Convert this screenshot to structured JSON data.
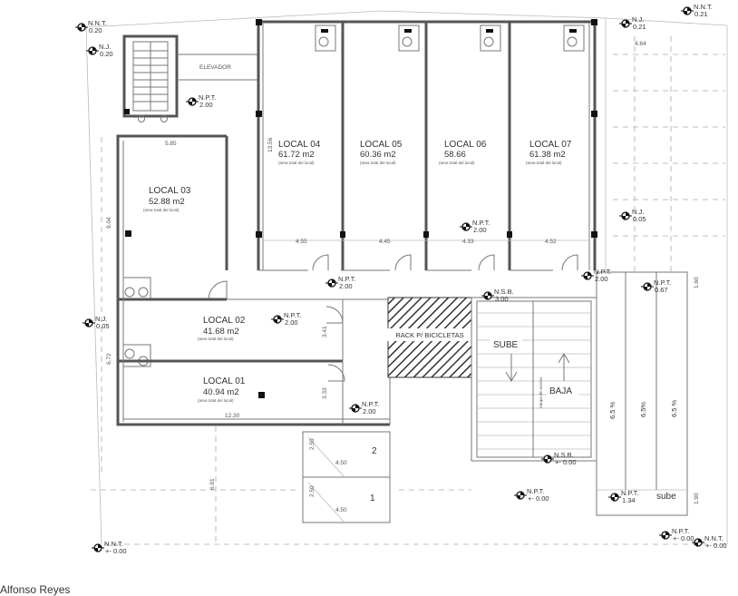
{
  "units": [
    {
      "id": "local-04",
      "name": "LOCAL 04",
      "area": "61.72 m2",
      "note": "(area total del local)"
    },
    {
      "id": "local-05",
      "name": "LOCAL 05",
      "area": "60.36 m2",
      "note": "(area total del local)"
    },
    {
      "id": "local-06",
      "name": "LOCAL 06",
      "area": "58.66",
      "note": "(area total del local)"
    },
    {
      "id": "local-07",
      "name": "LOCAL 07",
      "area": "61.38 m2",
      "note": "(area total del local)"
    },
    {
      "id": "local-03",
      "name": "LOCAL 03",
      "area": "52.88 m2",
      "note": "(area total del local)"
    },
    {
      "id": "local-02",
      "name": "LOCAL 02",
      "area": "41.68 m2",
      "note": "(area total del local)"
    },
    {
      "id": "local-01",
      "name": "LOCAL 01",
      "area": "40.94 m2",
      "note": "(area total del local)"
    }
  ],
  "labels": {
    "elevator": "ELEVADOR",
    "bike_rack": "RACK P/ BICICLETAS",
    "ramp_up": "SUBE",
    "ramp_down": "BAJA",
    "side_ramp_up": "sube",
    "slope_1": "6.5 %",
    "slope_2": "6.5%",
    "slope_3": "6.5 %",
    "parking_1": "1",
    "parking_2": "2",
    "ramp_note": "rampa de acceso",
    "caption": "Alfonso Reyes"
  },
  "levels": [
    {
      "id": "nnt-top-left",
      "tag": "N.N.T.",
      "value": "0.20"
    },
    {
      "id": "nj-top-left",
      "tag": "N.J.",
      "value": "0.20"
    },
    {
      "id": "npt-elevator",
      "tag": "N.P.T.",
      "value": "2.00"
    },
    {
      "id": "nj-top-right",
      "tag": "N.J.",
      "value": "0.21"
    },
    {
      "id": "nnt-top-right",
      "tag": "N.N.T.",
      "value": "0.21"
    },
    {
      "id": "nj-right",
      "tag": "N.J.",
      "value": "0.05"
    },
    {
      "id": "npt-local06",
      "tag": "N.P.T.",
      "value": "2.00"
    },
    {
      "id": "npt-corridor",
      "tag": "N.P.T.",
      "value": "2.00"
    },
    {
      "id": "npt-right-1",
      "tag": "N.P.T.",
      "value": "2.00"
    },
    {
      "id": "npt-right-2",
      "tag": "N.P.T.",
      "value": "0.67"
    },
    {
      "id": "nsb-top",
      "tag": "N.S.B.",
      "value": "3.00"
    },
    {
      "id": "nj-left",
      "tag": "N.J.",
      "value": "0.05"
    },
    {
      "id": "npt-local02",
      "tag": "N.P.T.",
      "value": "2.00"
    },
    {
      "id": "npt-bottom",
      "tag": "N.P.T.",
      "value": "2.00"
    },
    {
      "id": "nsb-bottom",
      "tag": "N.S.B.",
      "value": "+- 0.00"
    },
    {
      "id": "npt-bottom-2",
      "tag": "N.P.T.",
      "value": "+- 0.00"
    },
    {
      "id": "npt-side",
      "tag": "N.P.T.",
      "value": "1.34"
    },
    {
      "id": "npt-br",
      "tag": "N.P.T.",
      "value": "+- 0.00"
    },
    {
      "id": "nnt-br",
      "tag": "N.N.T.",
      "value": "+- 0.00"
    },
    {
      "id": "nnt-bottom-left",
      "tag": "N.N.T.",
      "value": "+- 0.00"
    }
  ],
  "dimensions": {
    "d1": "5.85",
    "d2": "9.04",
    "d3": "13.56",
    "d4": "4.55",
    "d5": "4.45",
    "d6": "4.33",
    "d7": "4.52",
    "d8": "12.30",
    "d9": "6.72",
    "d10": "3.41",
    "d11": "3.33",
    "d12": "4.84",
    "d13": "1.60",
    "d14": "1.90",
    "d15": "2.50",
    "d16": "4.50",
    "d17": "2.50",
    "d18": "4.50",
    "d19": "6.91"
  }
}
